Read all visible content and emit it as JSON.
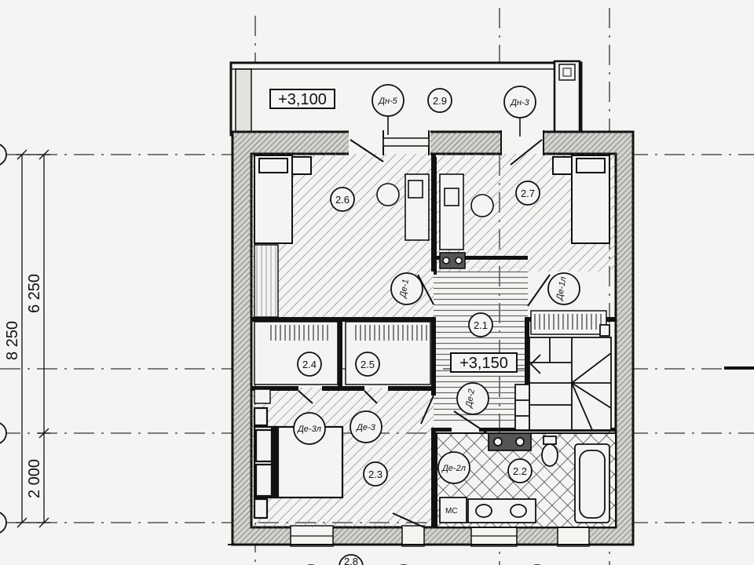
{
  "levels": {
    "balcony": "+3,100",
    "hall": "+3,150"
  },
  "rooms": {
    "r2_1": "2.1",
    "r2_2": "2.2",
    "r2_3": "2.3",
    "r2_4": "2.4",
    "r2_5": "2.5",
    "r2_6": "2.6",
    "r2_7": "2.7",
    "r2_8": "2.8",
    "r2_9": "2.9"
  },
  "doors": {
    "dn5": "Дн-5",
    "dn3": "Дн-3",
    "de1": "Де-1",
    "de1l": "Де-1л",
    "de2": "Де-2",
    "de2l": "Де-2л",
    "de3": "Де-3",
    "de3l": "Де-3л"
  },
  "dimensions": {
    "total": "8 250",
    "upper": "6 250",
    "lower": "2 000"
  },
  "fixtures": {
    "mc": "МС"
  },
  "colors": {
    "line": "#111111",
    "paper": "#f4f4f2",
    "wall_fill": "#cfcfcb",
    "hatch": "#777777"
  }
}
